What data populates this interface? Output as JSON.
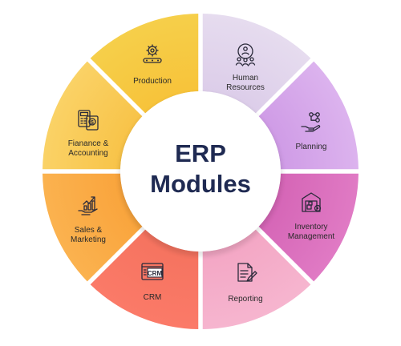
{
  "center": {
    "line1": "ERP",
    "line2": "Modules"
  },
  "segments": [
    {
      "lines": [
        "Production"
      ],
      "icon": "gear-conveyor-icon",
      "color_outer": "#f6cf4a",
      "color_inner": "#f7c33a"
    },
    {
      "lines": [
        "Human",
        "Resources"
      ],
      "icon": "people-gear-icon",
      "color_outer": "#e6dcef",
      "color_inner": "#dccde9"
    },
    {
      "lines": [
        "Planning"
      ],
      "icon": "hand-network-icon",
      "color_outer": "#dcb3ee",
      "color_inner": "#cf9be6"
    },
    {
      "lines": [
        "Inventory",
        "Management"
      ],
      "icon": "warehouse-icon",
      "color_outer": "#e07ac4",
      "color_inner": "#d565b6"
    },
    {
      "lines": [
        "Reporting"
      ],
      "icon": "report-pen-icon",
      "color_outer": "#f6b5cf",
      "color_inner": "#f3a6c4"
    },
    {
      "lines": [
        "CRM"
      ],
      "icon": "crm-screen-icon",
      "color_outer": "#fb7a68",
      "color_inner": "#f5735f"
    },
    {
      "lines": [
        "Sales &",
        "Marketing"
      ],
      "icon": "hand-growth-icon",
      "color_outer": "#fbb24f",
      "color_inner": "#f9a43c"
    },
    {
      "lines": [
        "Fianance &",
        "Accounting"
      ],
      "icon": "calculator-invoice-icon",
      "color_outer": "#fad266",
      "color_inner": "#f8c348"
    }
  ],
  "crm_badge": "CRM"
}
